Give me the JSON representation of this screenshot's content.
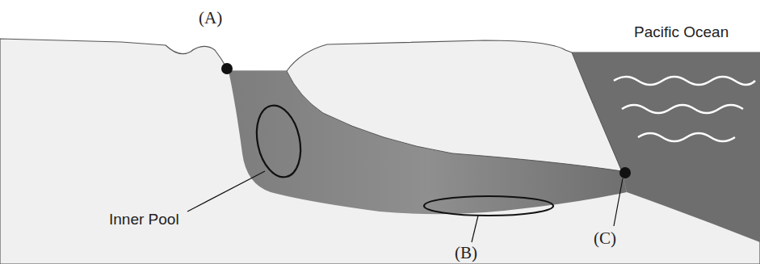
{
  "diagram": {
    "labels": [
      "(A)",
      "Inner Pool",
      "(B)",
      "(C)",
      "Pacific Ocean"
    ]
  }
}
